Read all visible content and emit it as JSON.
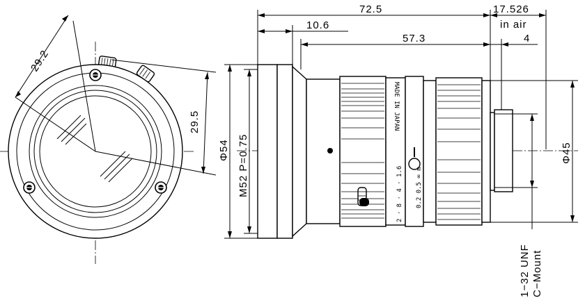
{
  "drawing": {
    "front_view": {
      "dim_diag_1": "29.2",
      "dim_diag_2": "29.5"
    },
    "side_view": {
      "dim_total_length": "72.5",
      "dim_flange_air": "17.526",
      "dim_flange_air_note": "in air",
      "dim_front": "10.6",
      "dim_body": "57.3",
      "dim_mount_depth": "4",
      "dim_outer_diameter": "Φ54",
      "dim_filter_thread": "M52  P=0.75",
      "dim_mount_diameter": "Φ45",
      "mount_thread": "1−32 UNF",
      "mount_type": "C−Mount",
      "focus_scale": "0.2  0.5 ∞ m",
      "aperture_scale": "2 · 8 · 4 · 1.6",
      "made_in_label": "MADE IN JAPAN"
    }
  }
}
